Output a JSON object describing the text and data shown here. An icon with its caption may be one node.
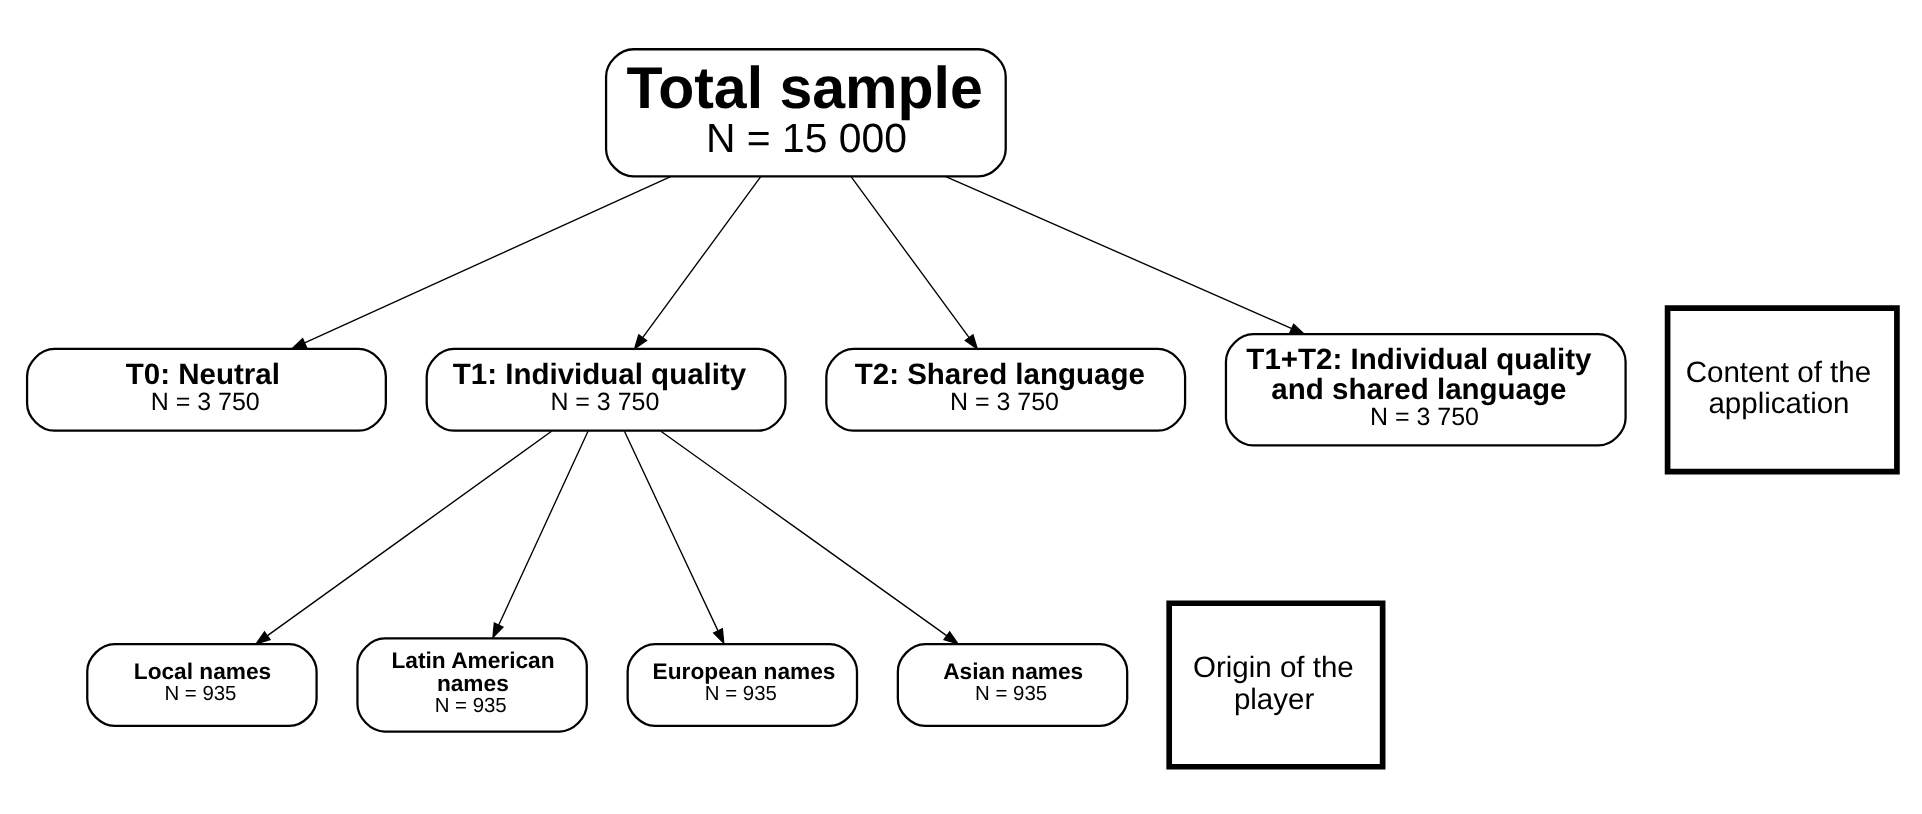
{
  "diagram": {
    "nodes": [
      {
        "text": [
          "Total sample",
          "N = 15 000"
        ]
      },
      {
        "text": [
          "T0: Neutral",
          "N = 3 750"
        ]
      },
      {
        "text": [
          "T1: Individual quality",
          "N = 3 750"
        ]
      },
      {
        "text": [
          "T2: Shared language",
          "N = 3 750"
        ]
      },
      {
        "text": [
          "T1+T2: Individual quality and shared language",
          "N = 3 750"
        ]
      },
      {
        "text": [
          "Content of the application"
        ]
      },
      {
        "text": [
          "Local names",
          "N = 935"
        ]
      },
      {
        "text": [
          "Latin American names",
          "N = 935"
        ]
      },
      {
        "text": [
          "European names",
          "N = 935"
        ]
      },
      {
        "text": [
          "Asian names",
          "N = 935"
        ]
      },
      {
        "text": [
          "Origin of the player"
        ]
      }
    ],
    "edges": [
      {
        "from": 0,
        "to": 1,
        "arrow": "to"
      },
      {
        "from": 0,
        "to": 2,
        "arrow": "to"
      },
      {
        "from": 0,
        "to": 3,
        "arrow": "to"
      },
      {
        "from": 0,
        "to": 4,
        "arrow": "to"
      },
      {
        "from": 2,
        "to": 6,
        "arrow": "to"
      },
      {
        "from": 2,
        "to": 7,
        "arrow": "to"
      },
      {
        "from": 2,
        "to": 8,
        "arrow": "to"
      },
      {
        "from": 2,
        "to": 9,
        "arrow": "to"
      }
    ]
  }
}
